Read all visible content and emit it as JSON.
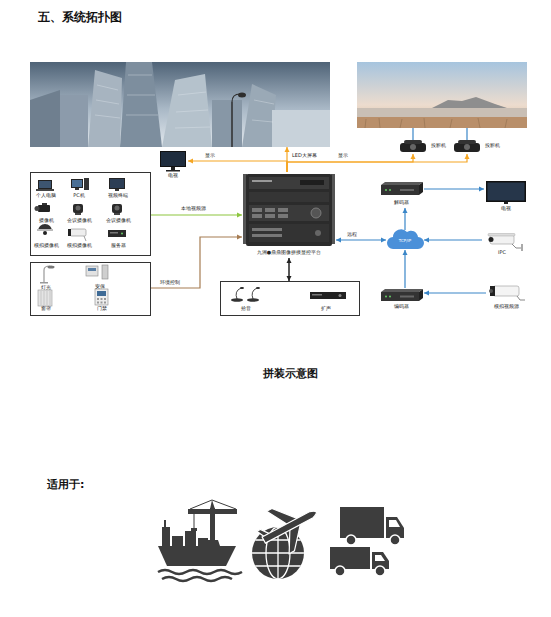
{
  "diagram": {
    "title": "五、系统拓扑图",
    "nodes": [
      {
        "text": [
          "LED大屏幕"
        ]
      },
      {
        "text": [
          "电视"
        ]
      },
      {
        "text": [
          "投影机"
        ]
      },
      {
        "text": [
          "投影机"
        ]
      },
      {
        "text": [
          "九洲●鼎鼎图像拼接显控平台"
        ]
      },
      {
        "text": [
          "个人电脑",
          "PC机",
          "视频终端",
          "摄像机",
          "会议摄像机",
          "会议摄像机",
          "模拟摄像机",
          "模拟摄像机",
          "服务器"
        ]
      },
      {
        "text": [
          "灯光",
          "安保",
          "窗帘",
          "门禁"
        ]
      },
      {
        "text": [
          "拾音",
          "扩声"
        ]
      },
      {
        "text": [
          "解码器"
        ]
      },
      {
        "text": [
          "电视"
        ]
      },
      {
        "text": [
          "TCP/IP"
        ]
      },
      {
        "text": [
          "IPC"
        ]
      },
      {
        "text": [
          "编码器"
        ]
      },
      {
        "text": [
          "模拟视频源"
        ]
      }
    ],
    "edges": [
      {
        "from": 4,
        "to": 1,
        "label": "显示",
        "arrow": "to"
      },
      {
        "from": 4,
        "to": 0,
        "arrow": "to"
      },
      {
        "from": 4,
        "to": 2,
        "label": "显示",
        "arrow": "to"
      },
      {
        "from": 4,
        "to": 3,
        "arrow": "to"
      },
      {
        "from": 5,
        "to": 4,
        "label": "本地视频源",
        "arrow": "to"
      },
      {
        "from": 6,
        "to": 4,
        "label": "环境控制",
        "arrow": "to"
      },
      {
        "from": 4,
        "to": 7,
        "arrow": "both"
      },
      {
        "from": 10,
        "to": 4,
        "label": "远程",
        "arrow": "both"
      },
      {
        "from": 10,
        "to": 8,
        "arrow": "to"
      },
      {
        "from": 8,
        "to": 9,
        "arrow": "to"
      },
      {
        "from": 11,
        "to": 10,
        "arrow": "to"
      },
      {
        "from": 12,
        "to": 10,
        "arrow": "to"
      },
      {
        "from": 13,
        "to": 12,
        "arrow": "to"
      }
    ],
    "labels": [
      "拼装示意图",
      "适用于:"
    ]
  }
}
